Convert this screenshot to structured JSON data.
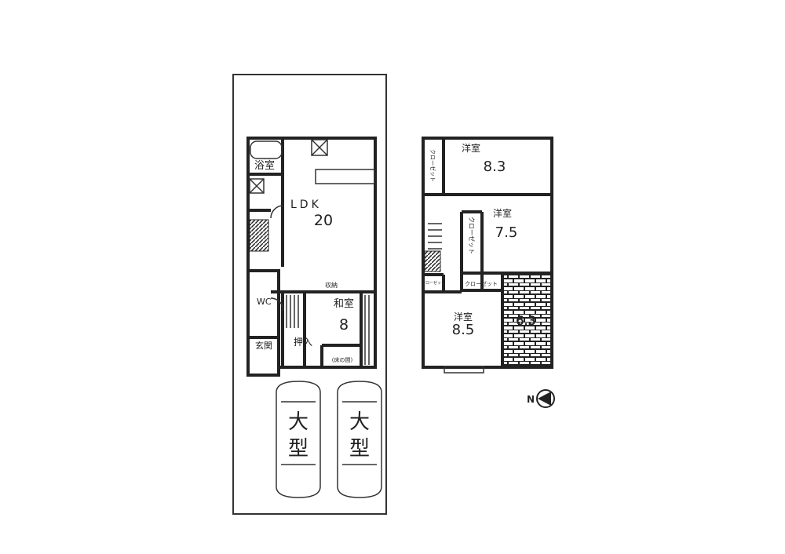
{
  "floor1": {
    "bath": "浴室",
    "ldk": "LDK",
    "ldk_size": "20",
    "storage": "収納",
    "washitsu": "和室",
    "washitsu_size": "8",
    "oshiire": "押入",
    "tokonoma": "(床の間)",
    "wc": "WC",
    "entrance": "玄関"
  },
  "parking": {
    "car1": [
      "大",
      "型"
    ],
    "car2": [
      "大",
      "型"
    ]
  },
  "floor2": {
    "room1": "洋室",
    "room1_size": "8.3",
    "room2": "洋室",
    "room2_size": "7.5",
    "room3": "洋室",
    "room3_size": "8.5",
    "balcony_size": "6.3",
    "closet": "クローゼット",
    "closet_v1": "クローゼット",
    "closet_v2": "クローゼット",
    "closet_small": "クローゼット"
  },
  "compass": {
    "label": "N"
  }
}
